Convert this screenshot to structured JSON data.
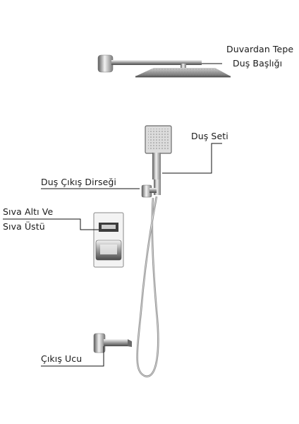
{
  "labels": {
    "wall_arm_shower_head": [
      "Duvardan Tepe",
      "Duş Başlığı"
    ],
    "shower_set": "Duş Seti",
    "outlet_elbow": "Duş Çıkış Dirseği",
    "mixer": [
      "Sıva Altı Ve",
      "Sıva Üstü"
    ],
    "spout": "Çıkış Ucu"
  },
  "colors": {
    "chrome_dark": "#4a4a4a",
    "chrome_mid": "#9a9a9a",
    "chrome_light": "#e6e6e6",
    "leader_line": "#111111"
  }
}
